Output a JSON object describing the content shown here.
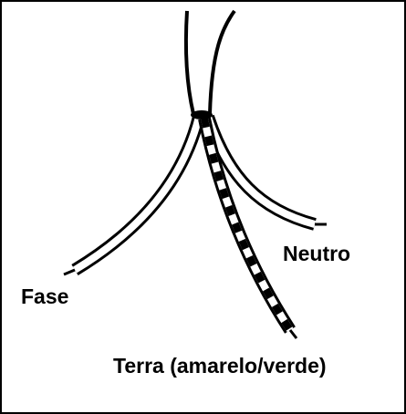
{
  "labels": {
    "fase": "Fase",
    "neutro": "Neutro",
    "terra": "Terra  (amarelo/verde)"
  },
  "colors": {
    "stroke": "#000000",
    "background": "#ffffff"
  }
}
